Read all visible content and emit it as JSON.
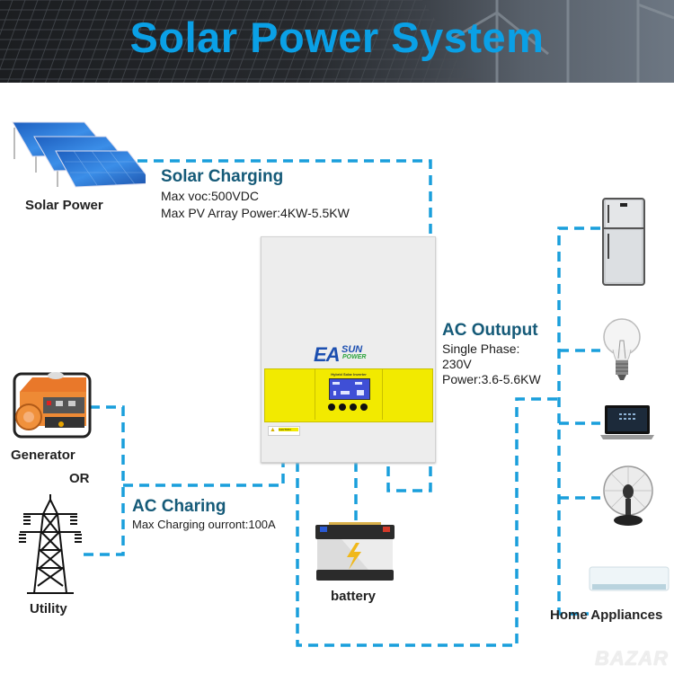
{
  "banner": {
    "title": "Solar Power System"
  },
  "sources": {
    "solar": {
      "label": "Solar Power",
      "icon": "solar-panels-icon"
    },
    "generator": {
      "label": "Generator",
      "icon": "generator-icon"
    },
    "or_text": "OR",
    "utility": {
      "label": "Utility",
      "icon": "power-tower-icon"
    }
  },
  "solar_charging": {
    "title": "Solar Charging",
    "lines": [
      "Max voc:500VDC",
      "Max PV Array Power:4KW-5.5KW"
    ]
  },
  "inverter": {
    "brand_main": "EA",
    "brand_sun": "SUN",
    "brand_power": "POWER",
    "panel_title": "Hybrid Solar Inverter",
    "caution": "CAUTION",
    "colors": {
      "body": "#eeeeee",
      "panel": "#f2ea00",
      "lcd": "#3f4fd6"
    }
  },
  "ac_output": {
    "title": "AC Outuput",
    "lines": [
      "Single Phase:",
      "230V",
      "Power:3.6-5.6KW"
    ]
  },
  "ac_charging": {
    "title": "AC Charing",
    "lines": [
      "Max Charging ourront:100A"
    ]
  },
  "battery": {
    "label": "battery",
    "icon": "battery-icon"
  },
  "appliances": {
    "label": "Home Appliances",
    "items": [
      {
        "icon": "refrigerator-icon"
      },
      {
        "icon": "light-bulb-icon"
      },
      {
        "icon": "laptop-icon"
      },
      {
        "icon": "fan-icon"
      },
      {
        "icon": "air-conditioner-icon"
      }
    ]
  },
  "wire_color": "#1a9fdc",
  "watermark": "BAZAR"
}
